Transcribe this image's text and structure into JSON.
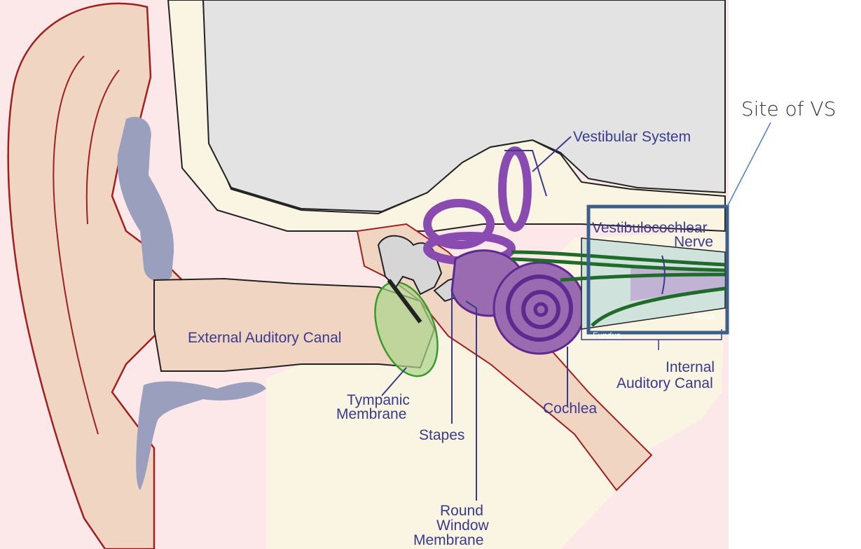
{
  "labels": {
    "callout": "Site of VS",
    "vestibular_system": "Vestibular System",
    "vestibulocochlear_line1": "Vestibulocochlear",
    "vestibulocochlear_line2": "Nerve",
    "porus": "Porus",
    "fundus": "Fundus",
    "external_canal": "External Auditory Canal",
    "tympanic_line1": "Tympanic",
    "tympanic_line2": "Membrane",
    "stapes": "Stapes",
    "cochlea": "Cochlea",
    "internal_line1": "Internal",
    "internal_line2": "Auditory Canal",
    "round_line1": "Round",
    "round_line2": "Window",
    "round_line3": "Membrane"
  },
  "colors": {
    "skin": "#fce8e8",
    "ear_outline": "#a02020",
    "canal": "#f1d5c3",
    "bone": "#faf4e3",
    "cavity": "#e3e3e3",
    "cartilage": "#9a9fbe",
    "labyrinth": "#9b6bb1",
    "labyrinth_dark": "#5e2a8f",
    "nerve": "#1f6b2a",
    "tympanic": "#a9d48a",
    "highlight_box": "#3c5f8a",
    "label": "#3a3a8c"
  }
}
